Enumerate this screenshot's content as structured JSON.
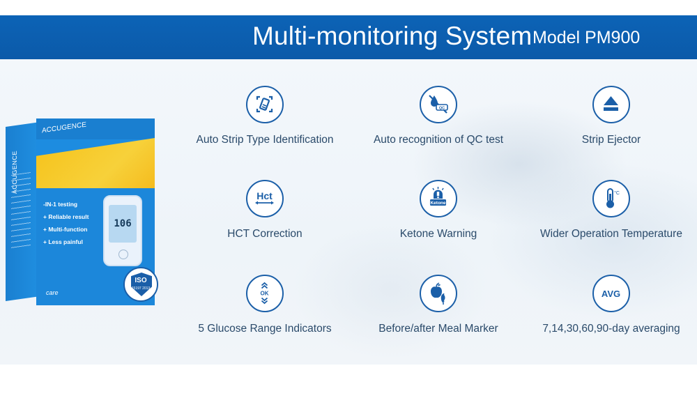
{
  "header": {
    "title": "Multi-monitoring System",
    "model": "Model PM900"
  },
  "product_box": {
    "brand": "ACCUGENCE",
    "features": [
      "-IN-1 testing",
      "+ Reliable result",
      "+ Multi-function",
      "+ Less painful"
    ],
    "meter_reading": "106",
    "care_logo": "care",
    "iso_badge": {
      "label": "ISO",
      "standard": "15197 2013"
    }
  },
  "features": [
    {
      "label": "Auto Strip Type Identification",
      "icon": "strip-scan-icon"
    },
    {
      "label": "Auto recognition of QC test",
      "icon": "qc-drop-icon"
    },
    {
      "label": "Strip Ejector",
      "icon": "eject-icon"
    },
    {
      "label": "HCT Correction",
      "icon": "hct-icon",
      "icon_text": "Hct"
    },
    {
      "label": "Ketone Warning",
      "icon": "ketone-alarm-icon",
      "icon_text": "Ketone"
    },
    {
      "label": "Wider Operation Temperature",
      "icon": "thermometer-icon",
      "icon_text": "°C"
    },
    {
      "label": "5 Glucose Range Indicators",
      "icon": "range-indicator-icon",
      "icon_text": "OK"
    },
    {
      "label": "Before/after Meal Marker",
      "icon": "apple-icon"
    },
    {
      "label": "7,14,30,60,90-day averaging",
      "icon": "avg-icon",
      "icon_text": "AVG"
    }
  ],
  "colors": {
    "header_blue": "#0b5aa9",
    "icon_blue": "#1b5fa8",
    "label_text": "#2a4a6a",
    "box_yellow": "#f6c21a"
  }
}
